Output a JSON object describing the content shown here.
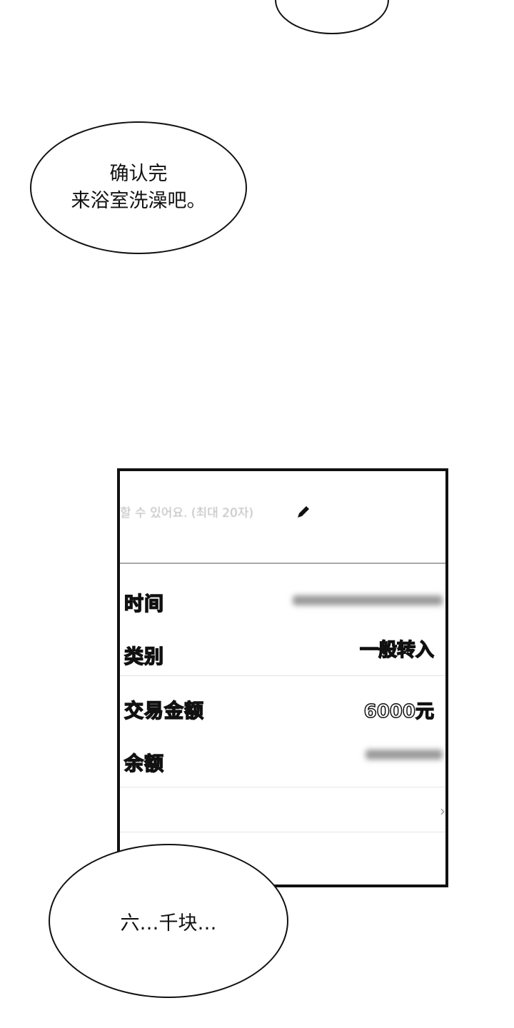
{
  "bubbles": {
    "middle": {
      "line1": "确认完",
      "line2": "来浴室洗澡吧。"
    },
    "bottom": {
      "text": "六…千块…"
    }
  },
  "panel": {
    "hint": "할 수 있어요. (최대 20자)",
    "edit_icon": "pencil-icon",
    "rows": [
      {
        "label": "时间"
      },
      {
        "label": "类别",
        "value": "一般转入"
      },
      {
        "label": "交易金额",
        "value": "6000元"
      },
      {
        "label": "余额"
      }
    ],
    "chevron_icon": "chevron-right-icon"
  }
}
